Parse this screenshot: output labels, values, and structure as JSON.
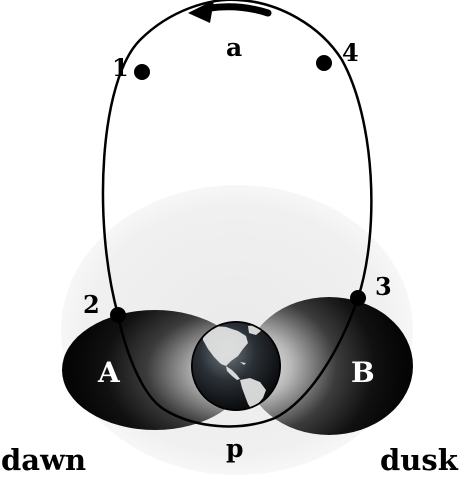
{
  "labels": {
    "apogee": "a",
    "perigee": "p",
    "dawn": "dawn",
    "dusk": "dusk",
    "zone_a": "A",
    "zone_b": "B",
    "point_1": "1",
    "point_2": "2",
    "point_3": "3",
    "point_4": "4"
  },
  "colors": {
    "background": "#ffffff",
    "orbit": "#000000",
    "lobe_dark": "#0c0c0c",
    "lobe_light": "#f6f6f6",
    "halo": "#f0f0f0",
    "ocean": "#111418",
    "land": "#e8e8e8"
  },
  "icons": {
    "earth": "globe-americas-icon",
    "direction": "counterclockwise-arrow-icon"
  }
}
